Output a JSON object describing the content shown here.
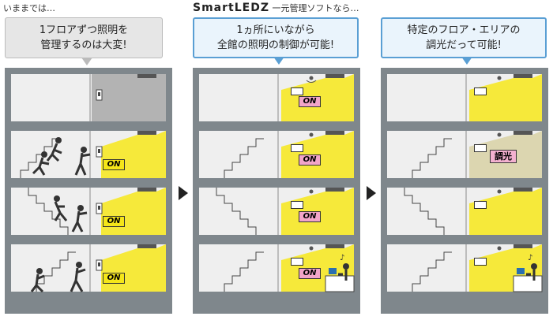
{
  "panels": [
    {
      "heading": "いままでは…",
      "callout_lines": [
        "1フロアずつ照明を",
        "管理するのは大変!"
      ],
      "on_label": "ON"
    },
    {
      "heading_brand": "SmartLEDZ",
      "heading_rest": "一元管理ソフトなら…",
      "callout_lines": [
        "1ヵ所にいながら",
        "全館の照明の制御が可能!"
      ],
      "on_label": "ON"
    },
    {
      "callout_lines": [
        "特定のフロア・エリアの",
        "調光だって可能!"
      ],
      "dim_label": "調光"
    }
  ],
  "colors": {
    "wall": "#7f878c",
    "floor_bg": "#efefef",
    "light_yellow": "#f7e81a",
    "on_badge_yellow": "#f5e619",
    "on_badge_pink": "#f2a5c9",
    "dim_badge_pink": "#f4b1d0",
    "callout_blue": "#5a9fd4"
  }
}
